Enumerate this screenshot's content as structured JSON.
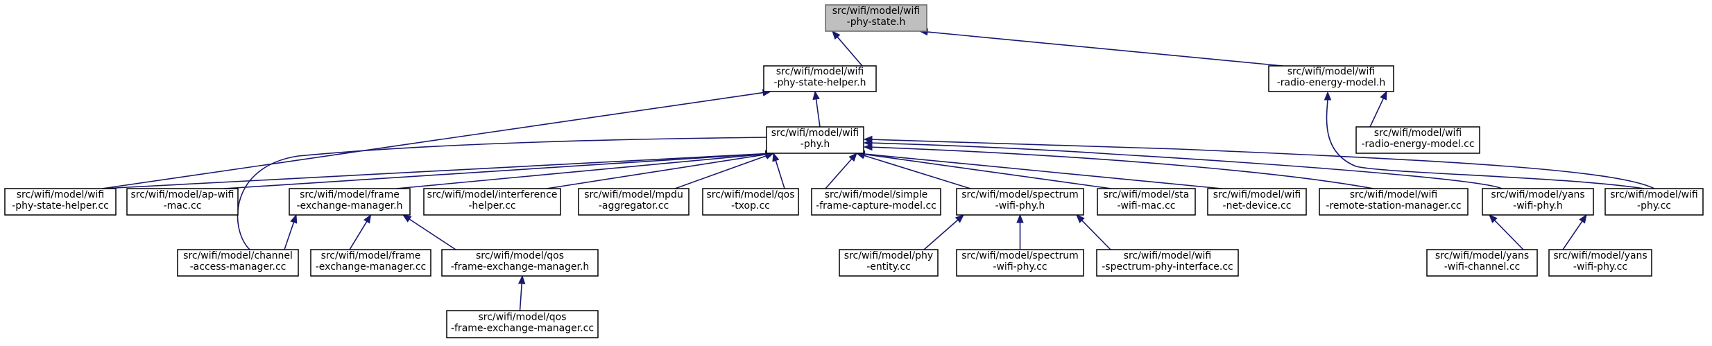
{
  "diagram": {
    "nodes": [
      {
        "id": "phy_state_h",
        "lines": [
          "src/wifi/model/wifi",
          "-phy-state.h"
        ],
        "root": true
      },
      {
        "id": "phy_state_helper_h",
        "lines": [
          "src/wifi/model/wifi",
          "-phy-state-helper.h"
        ]
      },
      {
        "id": "radio_energy_model_h",
        "lines": [
          "src/wifi/model/wifi",
          "-radio-energy-model.h"
        ]
      },
      {
        "id": "radio_energy_model_cc",
        "lines": [
          "src/wifi/model/wifi",
          "-radio-energy-model.cc"
        ]
      },
      {
        "id": "wifi_phy_h",
        "lines": [
          "src/wifi/model/wifi",
          "-phy.h"
        ]
      },
      {
        "id": "phy_state_helper_cc",
        "lines": [
          "src/wifi/model/wifi",
          "-phy-state-helper.cc"
        ]
      },
      {
        "id": "ap_wifi_mac_cc",
        "lines": [
          "src/wifi/model/ap-wifi",
          "-mac.cc"
        ]
      },
      {
        "id": "frame_exchange_manager_h",
        "lines": [
          "src/wifi/model/frame",
          "-exchange-manager.h"
        ]
      },
      {
        "id": "interference_helper_cc",
        "lines": [
          "src/wifi/model/interference",
          "-helper.cc"
        ]
      },
      {
        "id": "mpdu_aggregator_cc",
        "lines": [
          "src/wifi/model/mpdu",
          "-aggregator.cc"
        ]
      },
      {
        "id": "qos_txop_cc",
        "lines": [
          "src/wifi/model/qos",
          "-txop.cc"
        ]
      },
      {
        "id": "simple_frame_capture_model_cc",
        "lines": [
          "src/wifi/model/simple",
          "-frame-capture-model.cc"
        ]
      },
      {
        "id": "spectrum_wifi_phy_h",
        "lines": [
          "src/wifi/model/spectrum",
          "-wifi-phy.h"
        ]
      },
      {
        "id": "sta_wifi_mac_cc",
        "lines": [
          "src/wifi/model/sta",
          "-wifi-mac.cc"
        ]
      },
      {
        "id": "wifi_net_device_cc",
        "lines": [
          "src/wifi/model/wifi",
          "-net-device.cc"
        ]
      },
      {
        "id": "remote_station_manager_cc",
        "lines": [
          "src/wifi/model/wifi",
          "-remote-station-manager.cc"
        ]
      },
      {
        "id": "yans_wifi_phy_h",
        "lines": [
          "src/wifi/model/yans",
          "-wifi-phy.h"
        ]
      },
      {
        "id": "wifi_phy_cc",
        "lines": [
          "src/wifi/model/wifi",
          "-phy.cc"
        ]
      },
      {
        "id": "channel_access_manager_cc",
        "lines": [
          "src/wifi/model/channel",
          "-access-manager.cc"
        ]
      },
      {
        "id": "frame_exchange_manager_cc",
        "lines": [
          "src/wifi/model/frame",
          "-exchange-manager.cc"
        ]
      },
      {
        "id": "qos_frame_exchange_manager_h",
        "lines": [
          "src/wifi/model/qos",
          "-frame-exchange-manager.h"
        ]
      },
      {
        "id": "qos_frame_exchange_manager_cc",
        "lines": [
          "src/wifi/model/qos",
          "-frame-exchange-manager.cc"
        ]
      },
      {
        "id": "phy_entity_cc",
        "lines": [
          "src/wifi/model/phy",
          "-entity.cc"
        ]
      },
      {
        "id": "spectrum_wifi_phy_cc",
        "lines": [
          "src/wifi/model/spectrum",
          "-wifi-phy.cc"
        ]
      },
      {
        "id": "spectrum_phy_interface_cc",
        "lines": [
          "src/wifi/model/wifi",
          "-spectrum-phy-interface.cc"
        ]
      },
      {
        "id": "yans_wifi_channel_cc",
        "lines": [
          "src/wifi/model/yans",
          "-wifi-channel.cc"
        ]
      },
      {
        "id": "yans_wifi_phy_cc",
        "lines": [
          "src/wifi/model/yans",
          "-wifi-phy.cc"
        ]
      }
    ],
    "edges": [
      [
        "phy_state_helper_h",
        "phy_state_h"
      ],
      [
        "radio_energy_model_h",
        "phy_state_h"
      ],
      [
        "radio_energy_model_cc",
        "radio_energy_model_h"
      ],
      [
        "wifi_phy_cc",
        "radio_energy_model_h"
      ],
      [
        "wifi_phy_h",
        "phy_state_helper_h"
      ],
      [
        "phy_state_helper_cc",
        "phy_state_helper_h"
      ],
      [
        "phy_state_helper_cc",
        "wifi_phy_h"
      ],
      [
        "ap_wifi_mac_cc",
        "wifi_phy_h"
      ],
      [
        "frame_exchange_manager_h",
        "wifi_phy_h"
      ],
      [
        "channel_access_manager_cc",
        "wifi_phy_h"
      ],
      [
        "interference_helper_cc",
        "wifi_phy_h"
      ],
      [
        "mpdu_aggregator_cc",
        "wifi_phy_h"
      ],
      [
        "qos_txop_cc",
        "wifi_phy_h"
      ],
      [
        "simple_frame_capture_model_cc",
        "wifi_phy_h"
      ],
      [
        "spectrum_wifi_phy_h",
        "wifi_phy_h"
      ],
      [
        "sta_wifi_mac_cc",
        "wifi_phy_h"
      ],
      [
        "wifi_net_device_cc",
        "wifi_phy_h"
      ],
      [
        "remote_station_manager_cc",
        "wifi_phy_h"
      ],
      [
        "yans_wifi_phy_h",
        "wifi_phy_h"
      ],
      [
        "wifi_phy_cc",
        "wifi_phy_h"
      ],
      [
        "channel_access_manager_cc",
        "frame_exchange_manager_h"
      ],
      [
        "frame_exchange_manager_cc",
        "frame_exchange_manager_h"
      ],
      [
        "qos_frame_exchange_manager_h",
        "frame_exchange_manager_h"
      ],
      [
        "qos_frame_exchange_manager_cc",
        "qos_frame_exchange_manager_h"
      ],
      [
        "phy_entity_cc",
        "spectrum_wifi_phy_h"
      ],
      [
        "spectrum_wifi_phy_cc",
        "spectrum_wifi_phy_h"
      ],
      [
        "spectrum_phy_interface_cc",
        "spectrum_wifi_phy_h"
      ],
      [
        "yans_wifi_channel_cc",
        "yans_wifi_phy_h"
      ],
      [
        "yans_wifi_phy_cc",
        "yans_wifi_phy_h"
      ]
    ]
  },
  "colors": {
    "edge": "#191970",
    "root_fill": "#bfbfbf",
    "root_stroke": "#666666",
    "node_fill": "#ffffff",
    "node_stroke": "#000000"
  }
}
